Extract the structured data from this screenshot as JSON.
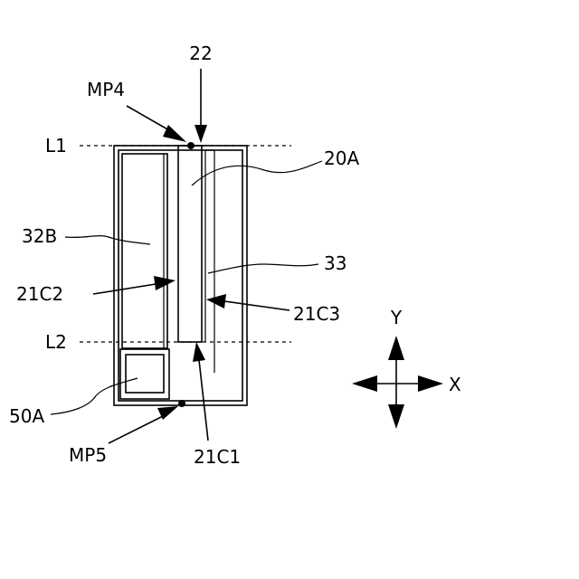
{
  "labels": {
    "ref_22": "22",
    "mp4": "MP4",
    "l1": "L1",
    "ref_20a": "20A",
    "ref_32b": "32B",
    "ref_33": "33",
    "ref_21c2": "21C2",
    "ref_21c3": "21C3",
    "l2": "L2",
    "ref_50a": "50A",
    "mp5": "MP5",
    "ref_21c1": "21C1",
    "axis_y": "Y",
    "axis_x": "X"
  },
  "colors": {
    "ink": "#000000",
    "background": "#ffffff"
  }
}
